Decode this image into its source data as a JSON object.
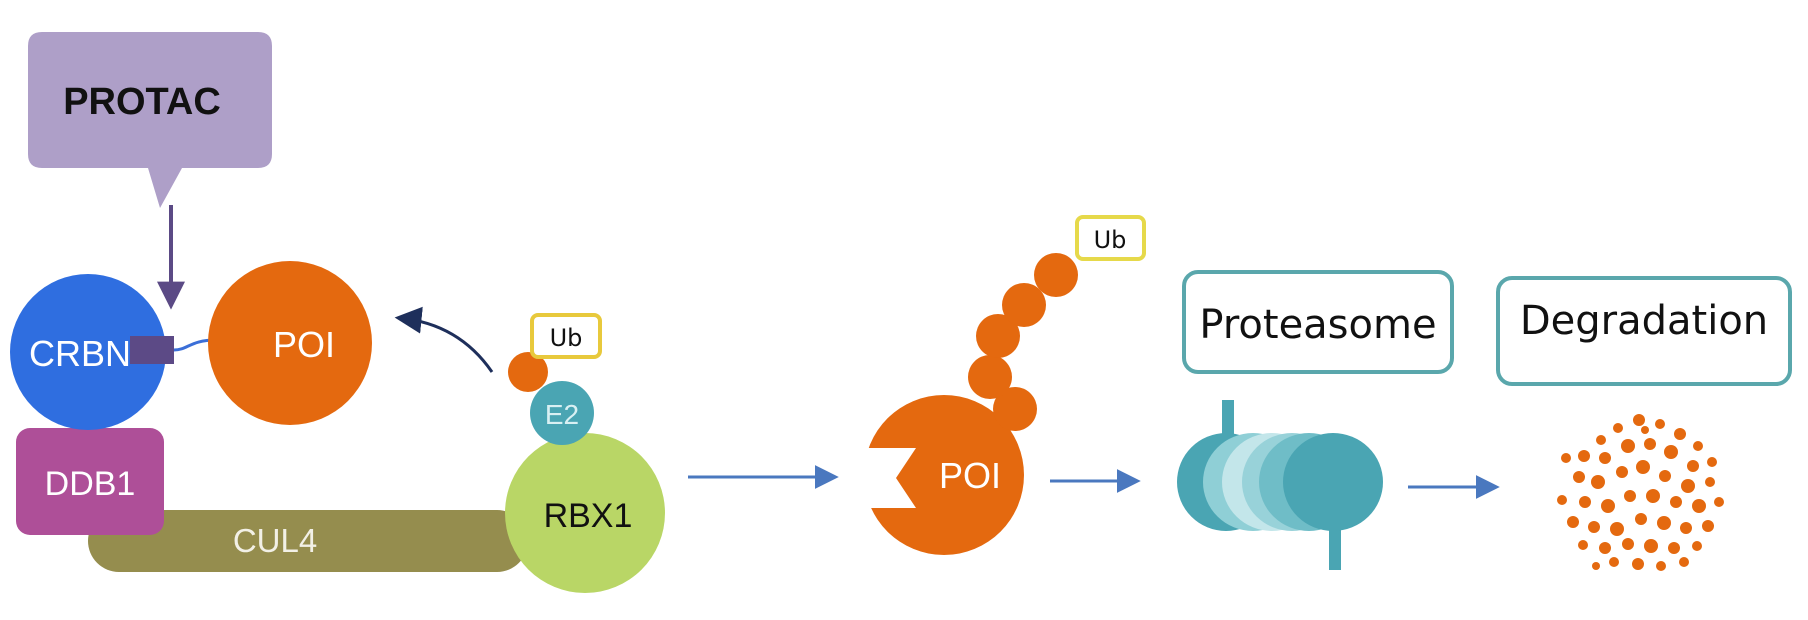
{
  "labels": {
    "protac": "PROTAC",
    "crbn": "CRBN",
    "poi_left": "POI",
    "ub_left": "Ub",
    "e2": "E2",
    "ddb1": "DDB1",
    "cul4": "CUL4",
    "rbx1": "RBX1",
    "ub_right": "Ub",
    "poi_right": "POI",
    "proteasome": "Proteasome",
    "degradation": "Degradation"
  },
  "colors": {
    "protac_box": "#ae9fc8",
    "crbn": "#2f6ee0",
    "poi": "#e4690f",
    "ddb1": "#ae4f98",
    "cul4": "#958d4e",
    "rbx1": "#b9d666",
    "e2": "#4aa5b3",
    "ub_border": "#e6d94a",
    "proteasome": "#4aa5b3",
    "arrow": "#4a78bf",
    "linker": "#5c4a86",
    "ligand": "#a8cf62"
  }
}
